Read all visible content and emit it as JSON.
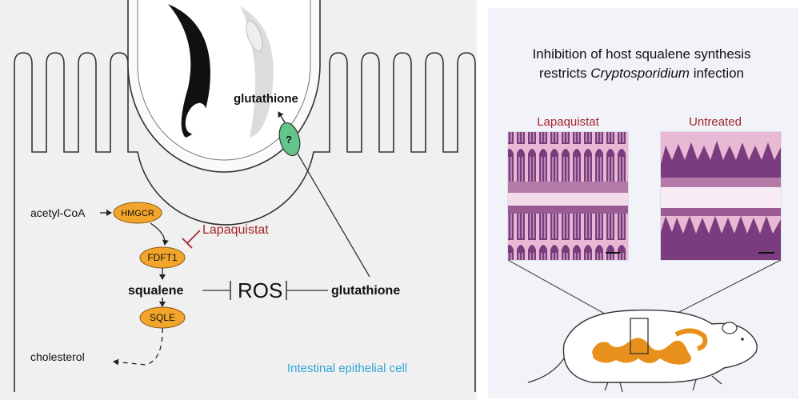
{
  "left_panel": {
    "cell_label": "Intestinal epithelial cell",
    "parasite_label": "glutathione",
    "transporter_label": "?",
    "pathway": {
      "precursor": "acetyl-CoA",
      "enzyme1": "HMGCR",
      "inhibitor": "Lapaquistat",
      "enzyme2": "FDFT1",
      "product": "squalene",
      "ros": "ROS",
      "host_glutathione": "glutathione",
      "enzyme3": "SQLE",
      "endpoint": "cholesterol"
    }
  },
  "right_panel": {
    "title_line1": "Inhibition of host squalene synthesis",
    "title_line2_prefix": "restricts ",
    "title_line2_italic": "Cryptosporidium",
    "title_line2_suffix": " infection",
    "panel_left_label": "Lapaquistat",
    "panel_right_label": "Untreated"
  },
  "colors": {
    "enzyme_fill": "#f2a52a",
    "inhibitor_red": "#a3232a",
    "cell_label_blue": "#2fa4d6",
    "transporter_green": "#63c58a",
    "intestine_orange": "#e8901c",
    "tissue_purple": "#7a3c7e",
    "tissue_pink": "#e7b9d4"
  }
}
